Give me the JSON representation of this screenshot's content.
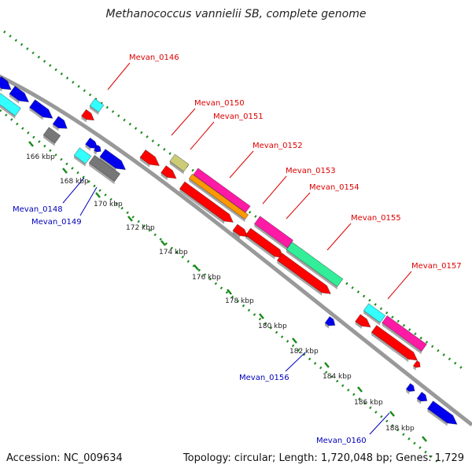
{
  "title": "Methanococcus vannielii SB, complete genome",
  "footer": {
    "accession": "Accession: NC_009634",
    "topology": "Topology: circular; Length: 1,720,048 bp; Genes: 1,729"
  },
  "colors": {
    "red": "#ff0000",
    "magenta": "#ff1aa6",
    "cyan": "#33ffff",
    "green": "#33ee99",
    "orange": "#ff9900",
    "khaki": "#cccc77",
    "blue": "#0000ee",
    "gray": "#777777",
    "backbone": "#999999",
    "dots": "#1b8a1b",
    "label_forward": "#dd0000",
    "label_reverse": "#0000bb"
  },
  "ticks": [
    "166 kbp",
    "168 kbp",
    "170 kbp",
    "172 kbp",
    "174 kbp",
    "176 kbp",
    "178 kbp",
    "180 kbp",
    "182 kbp",
    "184 kbp",
    "186 kbp",
    "188 kbp"
  ],
  "gene_labels": [
    {
      "text": "Mevan_0146",
      "strand": "forward"
    },
    {
      "text": "Mevan_0150",
      "strand": "forward"
    },
    {
      "text": "Mevan_0151",
      "strand": "forward"
    },
    {
      "text": "Mevan_0152",
      "strand": "forward"
    },
    {
      "text": "Mevan_0153",
      "strand": "forward"
    },
    {
      "text": "Mevan_0154",
      "strand": "forward"
    },
    {
      "text": "Mevan_0155",
      "strand": "forward"
    },
    {
      "text": "Mevan_0157",
      "strand": "forward"
    },
    {
      "text": "Mevan_0148",
      "strand": "reverse"
    },
    {
      "text": "Mevan_0149",
      "strand": "reverse"
    },
    {
      "text": "Mevan_0156",
      "strand": "reverse"
    },
    {
      "text": "Mevan_0160",
      "strand": "reverse"
    }
  ]
}
